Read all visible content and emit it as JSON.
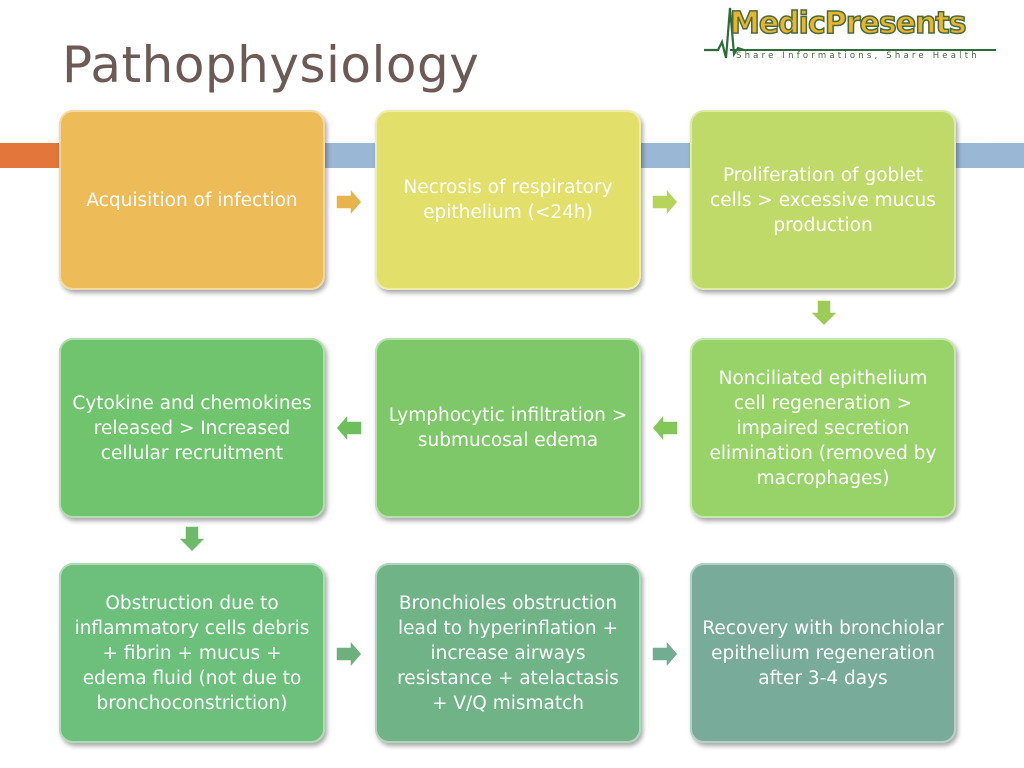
{
  "title": "Pathophysiology",
  "logo": {
    "name": "MedicPresents",
    "tagline": "Share Informations, Share Health"
  },
  "colors": {
    "accent_bar_left": "#e2763b",
    "accent_bar_right": "#9bb7d6",
    "title": "#6b5a55",
    "arrow_stroke": "#ffffff"
  },
  "steps": [
    {
      "label": "Acquisition  of infection",
      "color": "#edbb58"
    },
    {
      "label": "Necrosis of respiratory epithelium (<24h)",
      "color": "#e2df6a"
    },
    {
      "label": "Proliferation of goblet cells > excessive mucus production",
      "color": "#c0da6a"
    },
    {
      "label": "Nonciliated epithelium cell regeneration > impaired secretion elimination  (removed by macrophages)",
      "color": "#98d36a"
    },
    {
      "label": "Lymphocytic infiltration > submucosal edema",
      "color": "#7fc86a"
    },
    {
      "label": "Cytokine and chemokines released > Increased cellular recruitment",
      "color": "#6fc46d"
    },
    {
      "label": "Obstruction due to inflammatory cells debris + fibrin + mucus + edema fluid  (not due to bronchoconstriction)",
      "color": "#6dbf7c"
    },
    {
      "label": "Bronchioles obstruction lead to hyperinflation + increase airways resistance + atelactasis + V/Q mismatch",
      "color": "#6fb386"
    },
    {
      "label": "Recovery with bronchiolar epithelium regeneration after 3-4 days",
      "color": "#79ab9a"
    }
  ],
  "arrows": [
    {
      "direction": "right",
      "color": "#e6b34c"
    },
    {
      "direction": "right",
      "color": "#b8d35a"
    },
    {
      "direction": "down",
      "color": "#9ccb56"
    },
    {
      "direction": "left",
      "color": "#84c658"
    },
    {
      "direction": "left",
      "color": "#6cbf5c"
    },
    {
      "direction": "down",
      "color": "#6fba6a"
    },
    {
      "direction": "right",
      "color": "#6db07c"
    },
    {
      "direction": "right",
      "color": "#72ac92"
    }
  ]
}
